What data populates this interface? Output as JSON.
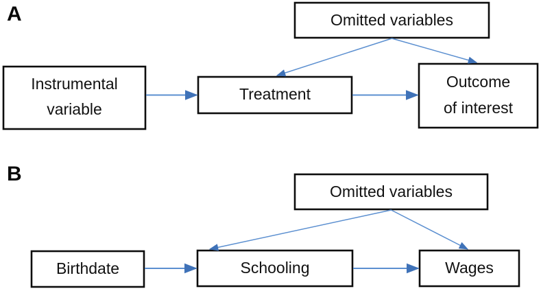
{
  "figure": {
    "background_color": "#ffffff",
    "box_border_color": "#0d0d0d",
    "box_fill_color": "#ffffff",
    "arrow_color": "#5b8fd0",
    "text_color": "#111111"
  },
  "panels": [
    {
      "label": "A",
      "nodes": {
        "instrument": {
          "line1": "Instrumental",
          "line2": "variable"
        },
        "treatment": {
          "line1": "Treatment"
        },
        "outcome": {
          "line1": "Outcome",
          "line2": "of interest"
        },
        "confounder": {
          "line1": "Omitted variables"
        }
      },
      "edges": [
        {
          "from": "instrument",
          "to": "treatment"
        },
        {
          "from": "treatment",
          "to": "outcome"
        },
        {
          "from": "confounder",
          "to": "treatment"
        },
        {
          "from": "confounder",
          "to": "outcome"
        }
      ]
    },
    {
      "label": "B",
      "nodes": {
        "instrument": {
          "line1": "Birthdate"
        },
        "treatment": {
          "line1": "Schooling"
        },
        "outcome": {
          "line1": "Wages"
        },
        "confounder": {
          "line1": "Omitted variables"
        }
      },
      "edges": [
        {
          "from": "instrument",
          "to": "treatment"
        },
        {
          "from": "treatment",
          "to": "outcome"
        },
        {
          "from": "confounder",
          "to": "treatment"
        },
        {
          "from": "confounder",
          "to": "outcome"
        }
      ]
    }
  ]
}
